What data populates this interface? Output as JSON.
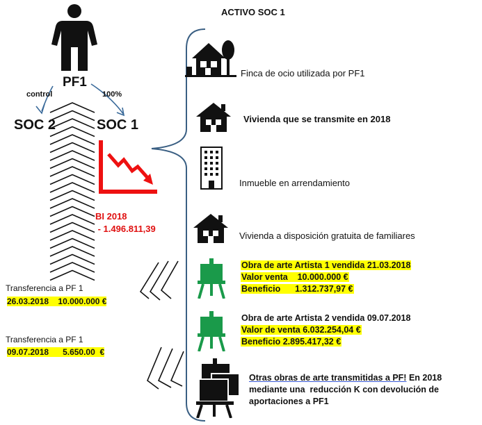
{
  "title": "ACTIVO SOC 1",
  "owner": "PF1",
  "links": {
    "control": "control",
    "ownership": "100%"
  },
  "companies": {
    "soc2": "SOC 2",
    "soc1": "SOC 1"
  },
  "bi": {
    "line1": "BI 2018",
    "line2": " - 1.496.811,39"
  },
  "assets": {
    "finca": "Finca de ocio utilizada por PF1",
    "vivienda_2018": "Vivienda que se transmite en 2018",
    "inmueble": "Inmueble en arrendamiento",
    "vivienda_familiares": "Vivienda a disposición gratuita de familiares"
  },
  "art1": {
    "line1": "Obra de arte Artista 1 vendida 21.03.2018",
    "line2": "Valor venta    10.000.000 €",
    "line3": "Beneficio      1.312.737,97 €"
  },
  "art2": {
    "line1": "Obra de arte Artista 2 vendida 09.07.2018",
    "line2": "Valor de venta 6.032.254,04 €",
    "line3": "Beneficio 2.895.417,32 €"
  },
  "art_other": {
    "line1a": "Otras obras de arte transmitidas a PF!",
    "line1b": " En 2018",
    "line2": "mediante una  reducción K con devolución de",
    "line3": "aportaciones a PF1"
  },
  "transfers": [
    {
      "label": "Transferencia a PF 1",
      "value": "26.03.2018    10.000.000 €"
    },
    {
      "label": "Transferencia a PF 1",
      "value": "09.07.2018      5.650.00  €"
    }
  ],
  "colors": {
    "highlight": "#ffff00",
    "bi_red": "#e01010",
    "icon_green": "#1a9a4a",
    "brace_blue": "#3a5f83"
  },
  "icons": [
    "person-icon",
    "declining-chart-icon",
    "house-trees-icon",
    "house-icon",
    "building-icon",
    "easel-icon"
  ]
}
